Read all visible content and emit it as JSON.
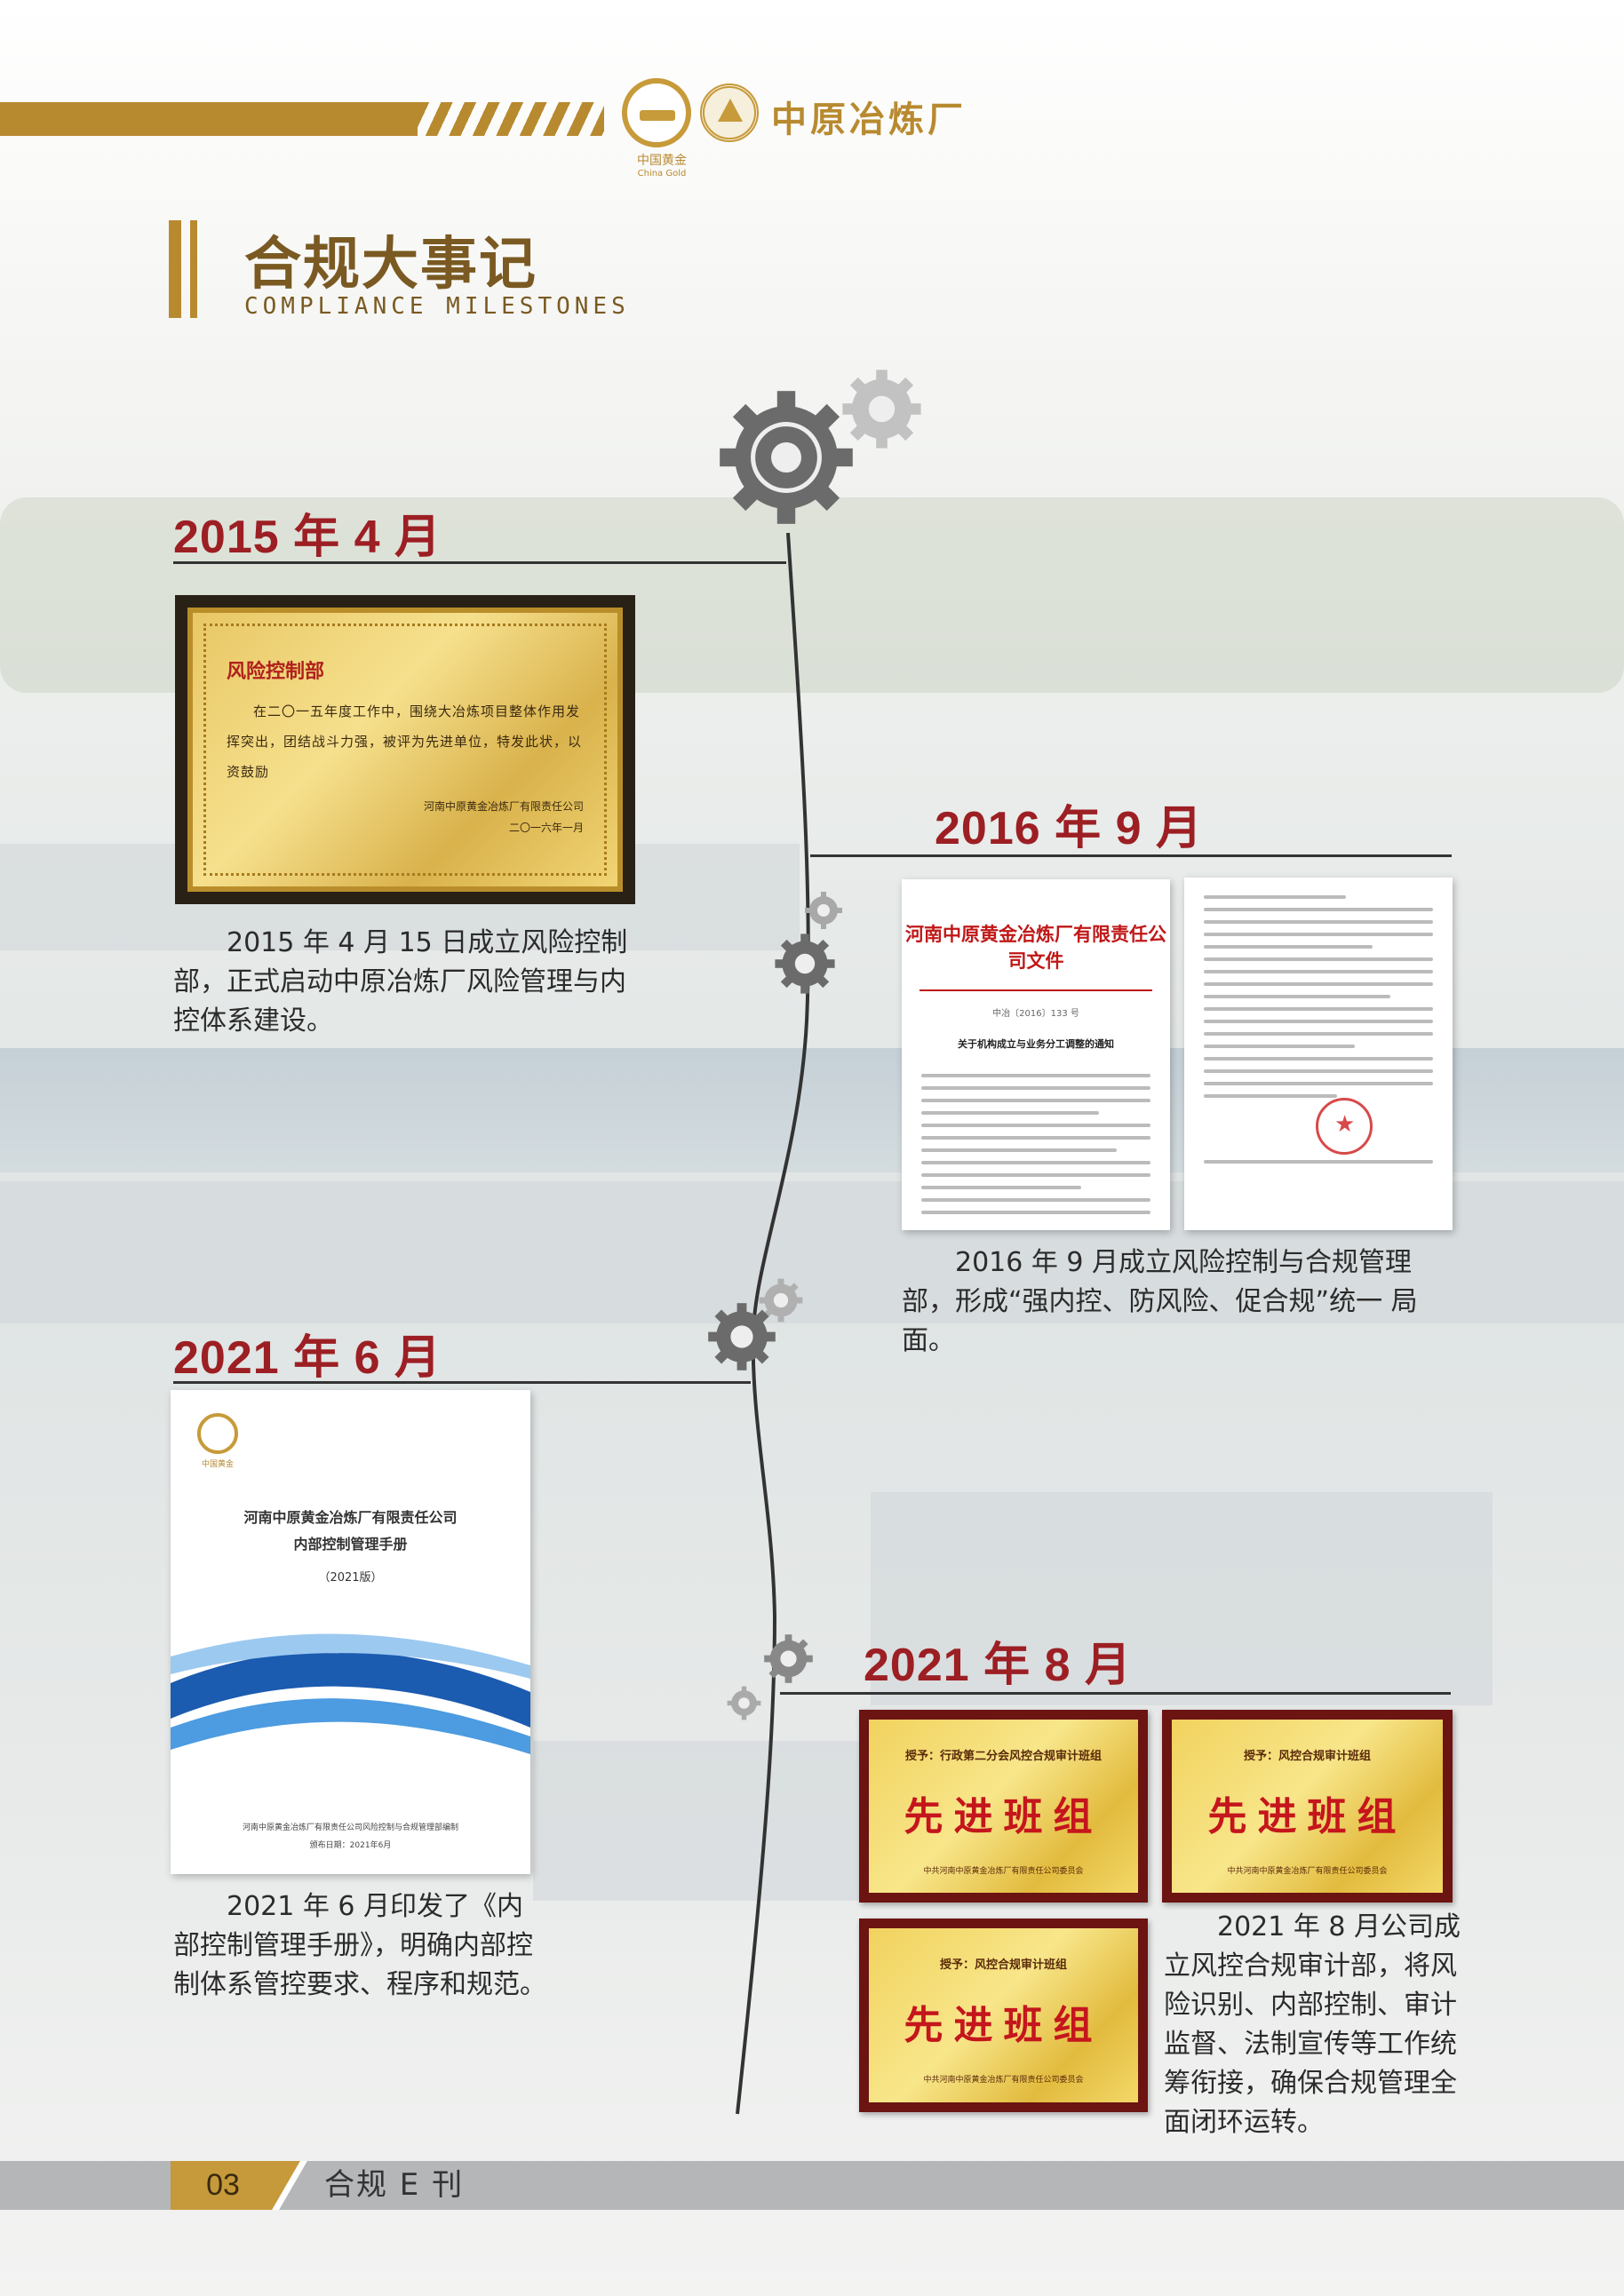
{
  "header": {
    "logo_caption": "中国黄金",
    "logo_caption_en": "China Gold",
    "brand_name": "中原冶炼厂",
    "brand_color": "#b88a30"
  },
  "section": {
    "title_cn": "合规大事记",
    "title_en": "COMPLIANCE MILESTONES"
  },
  "milestones": [
    {
      "date": "2015 年 4 月",
      "caption": "2015 年 4 月 15 日成立风险控制部，正式启动中原冶炼厂风险管理与内控体系建设。",
      "plaque": {
        "heading": "风险控制部",
        "body": "在二〇一五年度工作中，围绕大冶炼项目整体作用发挥突出，团结战斗力强，被评为先进单位，特发此状，以资鼓励",
        "sign_org": "河南中原黄金冶炼厂有限责任公司",
        "sign_date": "二〇一六年一月"
      }
    },
    {
      "date": "2016 年 9 月",
      "caption": "2016 年 9 月成立风险控制与合规管理部，形成“强内控、防风险、促合规”统一 局面。",
      "document": {
        "title": "河南中原黄金冶炼厂有限责任公司文件",
        "number": "中冶〔2016〕133 号",
        "subject": "关于机构成立与业务分工调整的通知"
      }
    },
    {
      "date": "2021 年 6 月",
      "caption": "2021 年 6 月印发了《内部控制管理手册》，明确内部控制体系管控要求、程序和规范。",
      "manual": {
        "logo_caption": "中国黄金",
        "company": "河南中原黄金冶炼厂有限责任公司",
        "title": "内部控制管理手册",
        "edition": "（2021版）",
        "footer_org": "河南中原黄金冶炼厂有限责任公司风险控制与合规管理部编制",
        "footer_date": "颁布日期：2021年6月"
      }
    },
    {
      "date": "2021 年 8 月",
      "caption": "2021 年 8 月公司成立风控合规审计部，将风险识别、内部控制、审计监督、法制宣传等工作统筹衔接，确保合规管理全面闭环运转。",
      "awards": [
        {
          "top": "授予：行政第二分会风控合规审计班组",
          "main": "先进班组",
          "foot": "中共河南中原黄金冶炼厂有限责任公司委员会"
        },
        {
          "top": "授予：风控合规审计班组",
          "main": "先进班组",
          "foot": "中共河南中原黄金冶炼厂有限责任公司委员会"
        },
        {
          "top": "授予：风控合规审计班组",
          "main": "先进班组",
          "foot": "中共河南中原黄金冶炼厂有限责任公司委员会"
        }
      ]
    }
  ],
  "footer": {
    "page_number": "03",
    "label": "合规 E 刊"
  },
  "colors": {
    "date_red": "#9c1f24",
    "gold": "#c69a3a",
    "footer_gray": "#b5b6b8"
  }
}
